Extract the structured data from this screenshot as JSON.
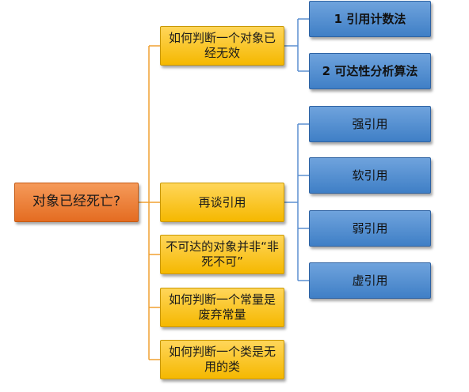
{
  "root": {
    "label": "对象已经死亡?"
  },
  "branches": [
    {
      "label": "如何判断一个对象已经无效"
    },
    {
      "label": "再谈引用"
    },
    {
      "label": "不可达的对象并非“非死不可”"
    },
    {
      "label": "如何判断一个常量是废弃常量"
    },
    {
      "label": "如何判断一个类是无用的类"
    }
  ],
  "leaves_invalid": [
    {
      "label": "1 引用计数法"
    },
    {
      "label": "2 可达性分析算法"
    }
  ],
  "leaves_reference": [
    {
      "label": "强引用"
    },
    {
      "label": "软引用"
    },
    {
      "label": "弱引用"
    },
    {
      "label": "虚引用"
    }
  ],
  "colors": {
    "root": "#e97a36",
    "branch": "#ffc000",
    "leaf": "#4f8fd6",
    "connector_orange": "#f0a030",
    "connector_blue": "#5b8fd0"
  }
}
